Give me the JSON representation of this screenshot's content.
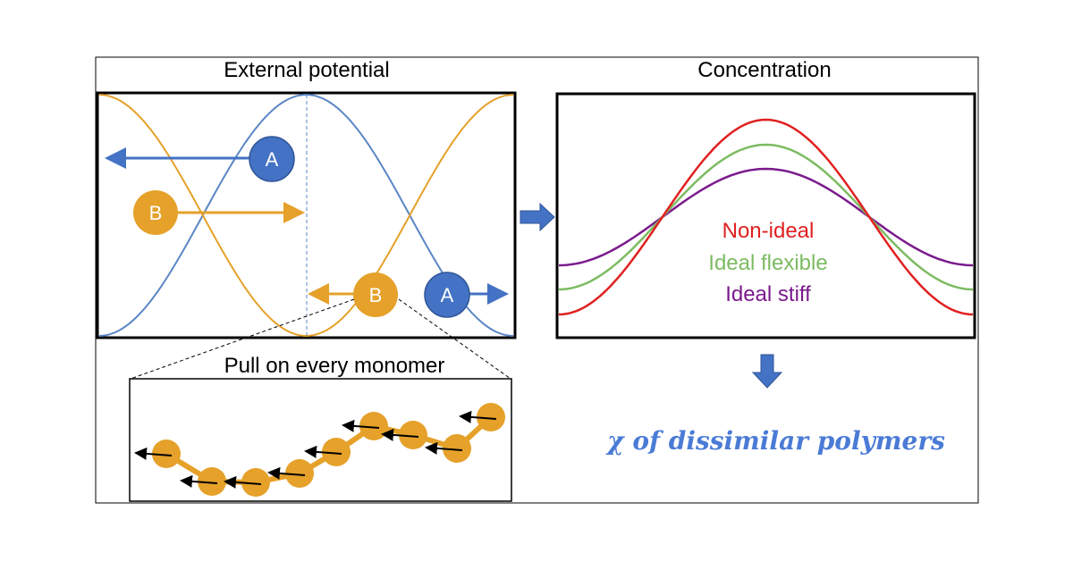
{
  "left_panel": {
    "title": "External potential",
    "particles": [
      {
        "label": "A"
      },
      {
        "label": "B"
      },
      {
        "label": "B"
      },
      {
        "label": "A"
      }
    ]
  },
  "right_panel": {
    "title": "Concentration",
    "curves": [
      {
        "label": "Non-ideal",
        "color": "#e02020"
      },
      {
        "label": "Ideal flexible",
        "color": "#7dbb62"
      },
      {
        "label": "Ideal stiff",
        "color": "#7a1a8c"
      }
    ]
  },
  "inset": {
    "title": "Pull on every monomer"
  },
  "result": {
    "text": "χ of dissimilar polymers"
  },
  "colors": {
    "blue": "#4472c4",
    "orange": "#e5a12a",
    "arrow_fill": "#4472c4",
    "result_text": "#4a7bd6"
  }
}
